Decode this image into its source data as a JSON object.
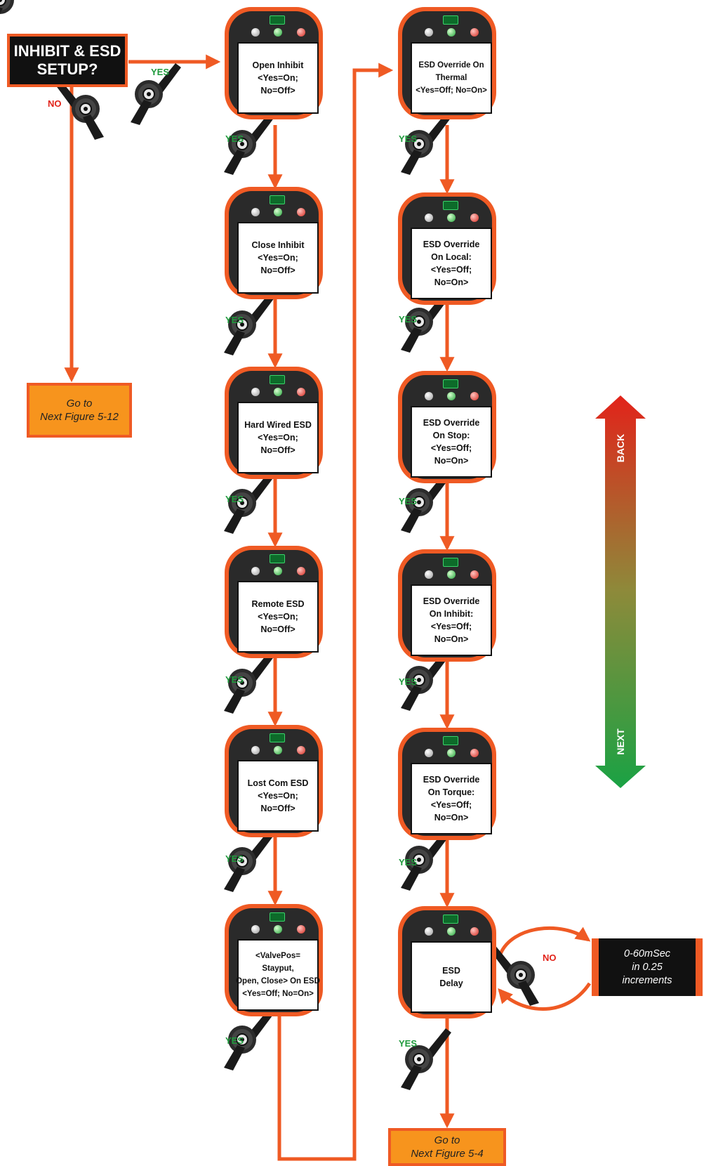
{
  "start": {
    "lines": [
      "INHIBIT & ESD",
      "SETUP?"
    ]
  },
  "labels": {
    "yes": "YES",
    "no": "NO"
  },
  "goto_left": {
    "lines": [
      "Go to",
      "Next Figure 5-12"
    ]
  },
  "goto_bottom": {
    "lines": [
      "Go to",
      "Next Figure 5-4"
    ]
  },
  "increments": {
    "lines": [
      "0-60mSec",
      "in 0.25",
      "increments"
    ]
  },
  "nav": {
    "back": "BACK",
    "next": "NEXT"
  },
  "colors": {
    "accent": "#ef5a24",
    "yes": "#1f9a3c",
    "no": "#e2231a",
    "back": "#e2231a",
    "next": "#1aa244"
  },
  "icons": [
    "selector-knob-icon",
    "bidirectional-arrow-icon"
  ],
  "column1": [
    {
      "lines": [
        "Open Inhibit",
        "<Yes=On;",
        "No=Off>"
      ]
    },
    {
      "lines": [
        "Close Inhibit",
        "<Yes=On;",
        "No=Off>"
      ]
    },
    {
      "lines": [
        "Hard Wired ESD",
        "<Yes=On;",
        "No=Off>"
      ]
    },
    {
      "lines": [
        "Remote ESD",
        "<Yes=On;",
        "No=Off>"
      ]
    },
    {
      "lines": [
        "Lost Com ESD",
        "<Yes=On;",
        "No=Off>"
      ]
    },
    {
      "lines": [
        "<ValvePos=",
        "Stayput,",
        "Open, Close> On ESD",
        "<Yes=Off; No=On>"
      ]
    }
  ],
  "column2": [
    {
      "lines": [
        "ESD Override On",
        "Thermal",
        "<Yes=Off; No=On>"
      ]
    },
    {
      "lines": [
        "ESD Override",
        "On Local:",
        "<Yes=Off;",
        "No=On>"
      ]
    },
    {
      "lines": [
        "ESD Override",
        "On Stop:",
        "<Yes=Off;",
        "No=On>"
      ]
    },
    {
      "lines": [
        "ESD Override",
        "On Inhibit:",
        "<Yes=Off;",
        "No=On>"
      ]
    },
    {
      "lines": [
        "ESD Override",
        "On Torque:",
        "<Yes=Off;",
        "No=On>"
      ]
    },
    {
      "lines": [
        "ESD",
        "Delay"
      ]
    }
  ]
}
